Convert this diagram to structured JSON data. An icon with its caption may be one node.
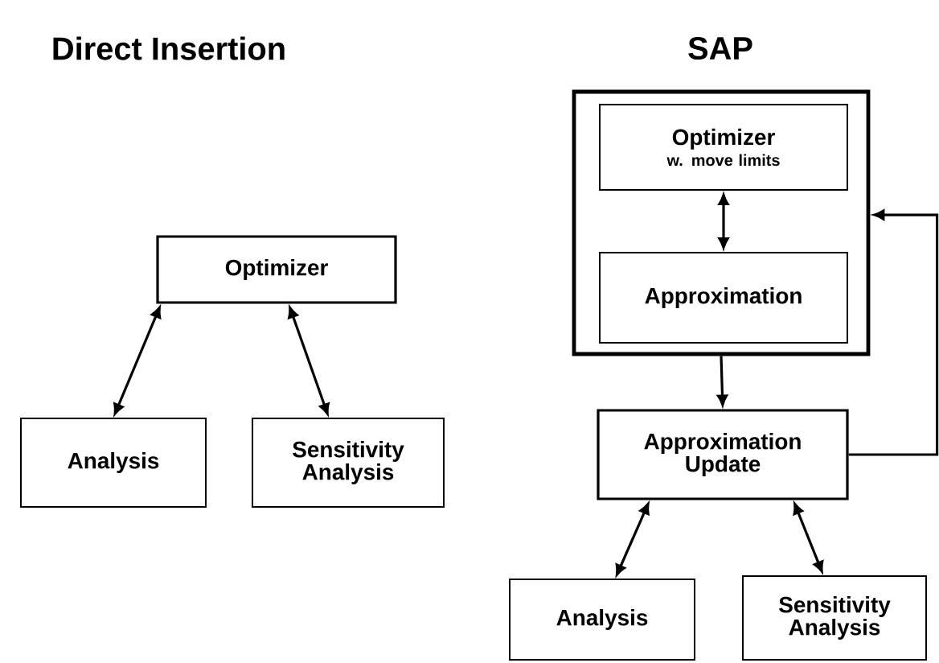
{
  "diagram": {
    "nodes": [
      {
        "text": [
          "Optimizer"
        ]
      },
      {
        "text": [
          "Analysis"
        ]
      },
      {
        "text": [
          "Sensitivity Analysis"
        ]
      },
      {
        "text": [],
        "shape": "box"
      },
      {
        "text": [
          "Optimizer",
          "w. move limits"
        ],
        "in": 3
      },
      {
        "text": [
          "Approximation"
        ],
        "in": 3
      },
      {
        "text": [
          "Approximation Update"
        ]
      },
      {
        "text": [
          "Analysis"
        ]
      },
      {
        "text": [
          "Sensitivity Analysis"
        ]
      }
    ],
    "edges": [
      {
        "from": 0,
        "to": 1,
        "arrow": "both"
      },
      {
        "from": 0,
        "to": 2,
        "arrow": "both"
      },
      {
        "from": 4,
        "to": 5,
        "arrow": "both"
      },
      {
        "from": 3,
        "to": 6,
        "arrow": "to"
      },
      {
        "from": 6,
        "to": 3,
        "arrow": "to"
      },
      {
        "from": 6,
        "to": 7,
        "arrow": "both"
      },
      {
        "from": 6,
        "to": 8,
        "arrow": "both"
      }
    ],
    "labels": [
      "Direct Insertion",
      "SAP"
    ]
  }
}
